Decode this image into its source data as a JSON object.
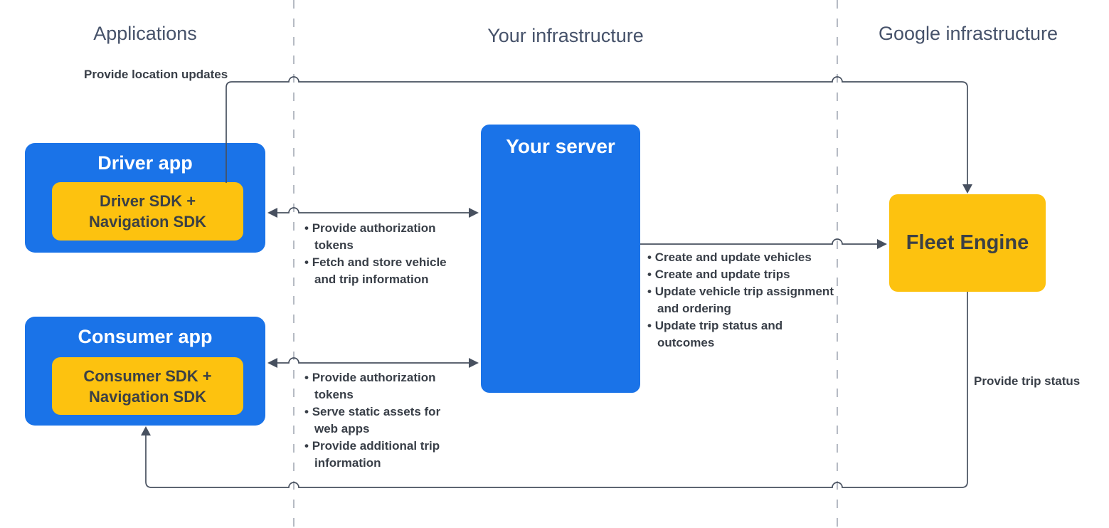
{
  "colors": {
    "blue": "#1a73e8",
    "yellow": "#fdc20f",
    "line": "#47505f",
    "divider": "#b6bbc4",
    "label_text": "#383e47",
    "header_text": "#46526a",
    "on_yellow_text": "#3b4045"
  },
  "columns": [
    {
      "label": "Applications"
    },
    {
      "label": "Your infrastructure"
    },
    {
      "label": "Google infrastructure"
    }
  ],
  "nodes": {
    "driver_app": {
      "title": "Driver app",
      "sdk": "Driver SDK +\nNavigation SDK"
    },
    "consumer_app": {
      "title": "Consumer app",
      "sdk": "Consumer SDK +\nNavigation SDK"
    },
    "your_server": {
      "title": "Your server"
    },
    "fleet_engine": {
      "title": "Fleet Engine"
    }
  },
  "edges": {
    "provide_location_updates": {
      "label": "Provide location updates",
      "from": "driver_app",
      "to": "fleet_engine"
    },
    "driver_server": {
      "from": "driver_app",
      "to": "your_server",
      "bidirectional": true,
      "items": [
        "Provide authorization tokens",
        "Fetch and store vehicle and trip information"
      ]
    },
    "consumer_server": {
      "from": "consumer_app",
      "to": "your_server",
      "bidirectional": true,
      "items": [
        "Provide authorization tokens",
        "Serve static assets for web apps",
        "Provide additional trip information"
      ]
    },
    "server_fleet": {
      "from": "your_server",
      "to": "fleet_engine",
      "items": [
        "Create and update vehicles",
        "Create and update trips",
        "Update vehicle trip assignment and ordering",
        "Update trip status and outcomes"
      ]
    },
    "provide_trip_status": {
      "label": "Provide trip status",
      "from": "fleet_engine",
      "to": "consumer_app"
    }
  }
}
